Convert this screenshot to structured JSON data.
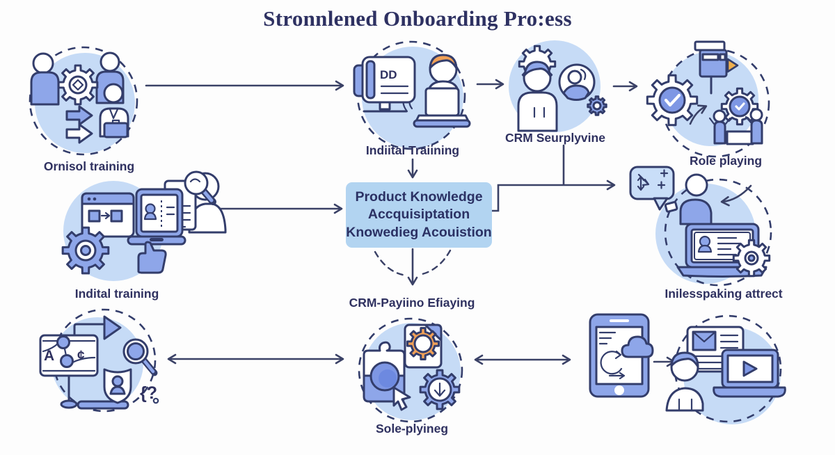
{
  "title": "Stronnlened Onboarding Pro:ess",
  "box": {
    "line1": "Product Knowledge",
    "line2": "Accquisiptation",
    "line3": "Knowedieg Acouistion"
  },
  "labels": {
    "ornisol": "Ornisol training",
    "indiital": "Indiital Traiining",
    "crm_seurplyvine": "CRM Seurplyvine",
    "role_playing": "Role playing",
    "indital": "Indital training",
    "inilesspaking": "Inilesspaking attrect",
    "crm_payiino": "CRM-Payiino Efiaying",
    "sole_plyineg": "Sole-plyineg"
  },
  "glyphs": {
    "book": "DD",
    "board_letter": "A",
    "board_cent": "¢",
    "question_marks": "{?"
  },
  "nodes": [
    {
      "id": "organized-training",
      "icons": [
        "two-people-gear-icon",
        "transfer-arrows-icon",
        "new-employee-icon"
      ]
    },
    {
      "id": "initial-training",
      "icons": [
        "training-book-monitor-icon",
        "student-laptop-icon"
      ]
    },
    {
      "id": "crm-supervising",
      "icons": [
        "supervisor-gear-icon",
        "observer-lens-icon",
        "small-gear-icon"
      ]
    },
    {
      "id": "role-playing",
      "icons": [
        "check-gear-icon",
        "presentation-camera-icon",
        "clock-gear-icon",
        "celebrating-people-icon"
      ]
    },
    {
      "id": "initial-training-2",
      "icons": [
        "gear-icon",
        "workflow-browser-icon",
        "profile-laptop-icon",
        "magnifier-icon",
        "thumbs-up-icon"
      ]
    },
    {
      "id": "interspeaking",
      "icons": [
        "chat-bubble-icon",
        "trainee-laptop-icon",
        "gear-icon"
      ]
    },
    {
      "id": "language-search",
      "icons": [
        "signboard-icon",
        "play-arrow-icon",
        "magnifier-icon",
        "shield-user-icon",
        "question-icon"
      ]
    },
    {
      "id": "sole-playing",
      "icons": [
        "puzzle-icon",
        "orange-gear-icon",
        "download-gear-icon",
        "cursor-icon"
      ]
    },
    {
      "id": "mobile-sync",
      "icons": [
        "smartphone-sync-icon",
        "cloud-icon",
        "viewer-icon",
        "mail-document-icon",
        "video-laptop-icon"
      ]
    }
  ],
  "colors": {
    "background": "#fdfdfd",
    "circle_fill": "#c6dbf6",
    "icon_blue": "#8ea6e9",
    "deep_blue": "#7e97e4",
    "outline_navy": "#333d6b",
    "text_navy": "#2f3160",
    "accent_orange": "#f0a057",
    "box_fill": "#b2d4f1"
  }
}
